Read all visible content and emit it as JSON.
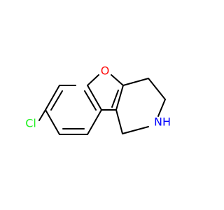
{
  "molecule": {
    "atoms": {
      "oxygen": {
        "label": "O",
        "color": "#ff0d0d"
      },
      "nitrogen": {
        "label": "NH",
        "color": "#0000ff"
      },
      "chlorine": {
        "label": "Cl",
        "color": "#1ff01f"
      }
    }
  }
}
